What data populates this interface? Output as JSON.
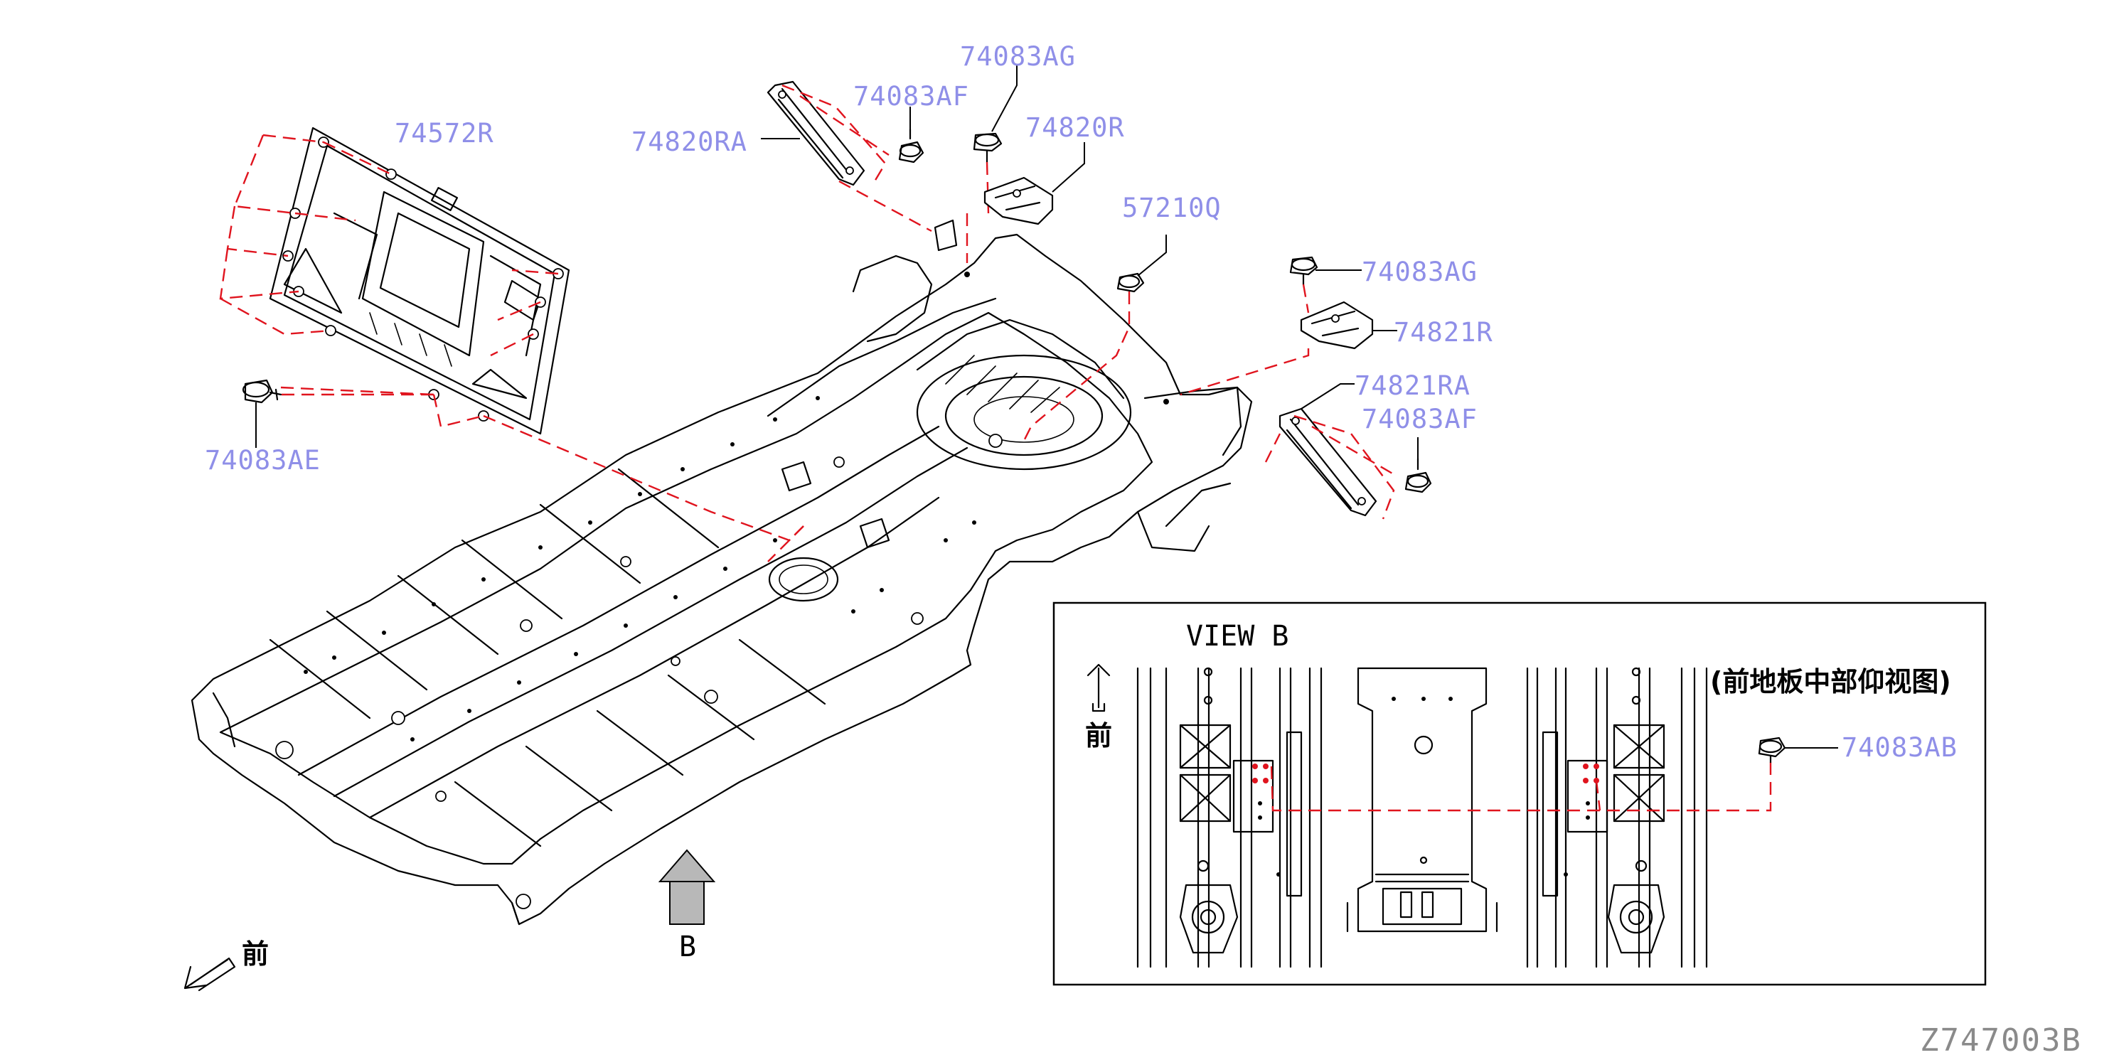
{
  "parts": {
    "p74572R": "74572R",
    "p74083AE": "74083AE",
    "p74820RA": "74820RA",
    "p74083AF_top": "74083AF",
    "p74083AG_top": "74083AG",
    "p74820R": "74820R",
    "p57210Q": "57210Q",
    "p74083AG_right": "74083AG",
    "p74821R": "74821R",
    "p74821RA": "74821RA",
    "p74083AF_right": "74083AF",
    "p74083AB": "74083AB"
  },
  "view_b": {
    "title": "VIEW B",
    "caption": "(前地板中部仰视图)",
    "front_label": "前"
  },
  "main": {
    "front_label": "前",
    "view_arrow_label": "B"
  },
  "figure_code": "Z747003B",
  "colors": {
    "part_label": "#8f8fe8",
    "dashed_leader": "#e0141e",
    "line": "#000000",
    "figure_code": "#8a8a8a"
  }
}
